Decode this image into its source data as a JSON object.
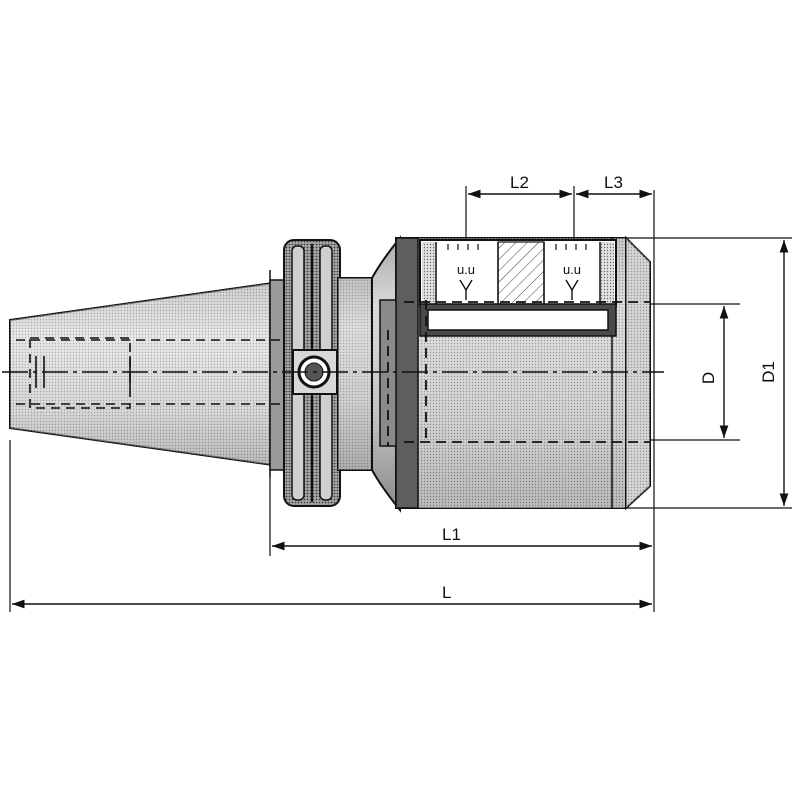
{
  "dimensions": {
    "L": "L",
    "L1": "L1",
    "L2": "L2",
    "L3": "L3",
    "D": "D",
    "D1": "D1"
  },
  "screw_marks": {
    "left": "u.u",
    "right": "u.u"
  },
  "colors": {
    "ink": "#111111",
    "shade_light": "#d4d4d4",
    "shade_mid": "#b8b8b8",
    "shade_dark": "#8e8e8e",
    "background": "#ffffff"
  }
}
